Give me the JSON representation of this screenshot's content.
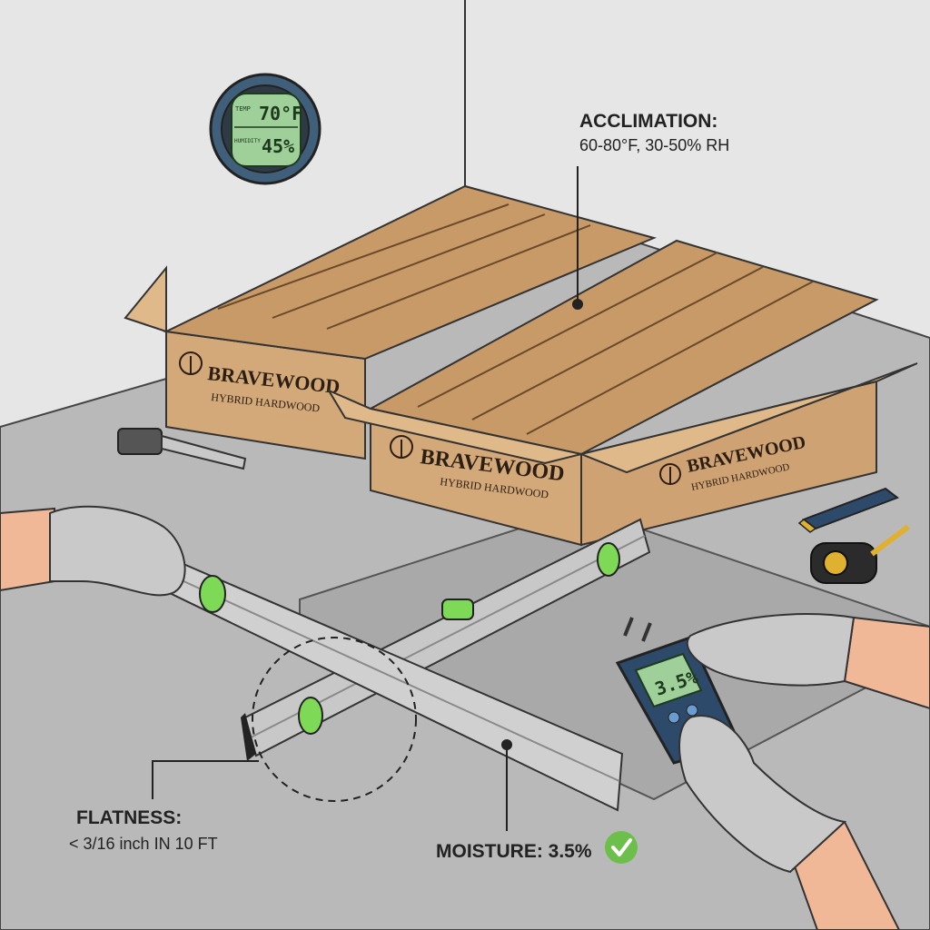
{
  "hygrometer": {
    "temp_label": "TEMP",
    "temp_value": "70°F",
    "humidity_label": "HUMIDITY",
    "humidity_value": "45%"
  },
  "boxes": {
    "brand": "BRAVEWOOD",
    "product": "HYBRID HARDWOOD"
  },
  "moisture_meter": {
    "display_value": "3.5%"
  },
  "callouts": {
    "acclimation": {
      "title": "ACCLIMATION:",
      "detail": "60-80°F, 30-50% RH"
    },
    "flatness": {
      "title": "FLATNESS:",
      "detail": "< 3/16 inch IN 10 FT"
    },
    "moisture": {
      "title": "MOISTURE: 3.5%",
      "status": "pass"
    }
  },
  "colors": {
    "wall": "#e6e6e6",
    "floor": "#b9b9b9",
    "cardboard": "#d4a97a",
    "wood_plank": "#c79a68",
    "level_bubble": "#7ed957",
    "check_green": "#6cbf4a",
    "glove": "#c9c9c9",
    "skin": "#f0b896"
  }
}
